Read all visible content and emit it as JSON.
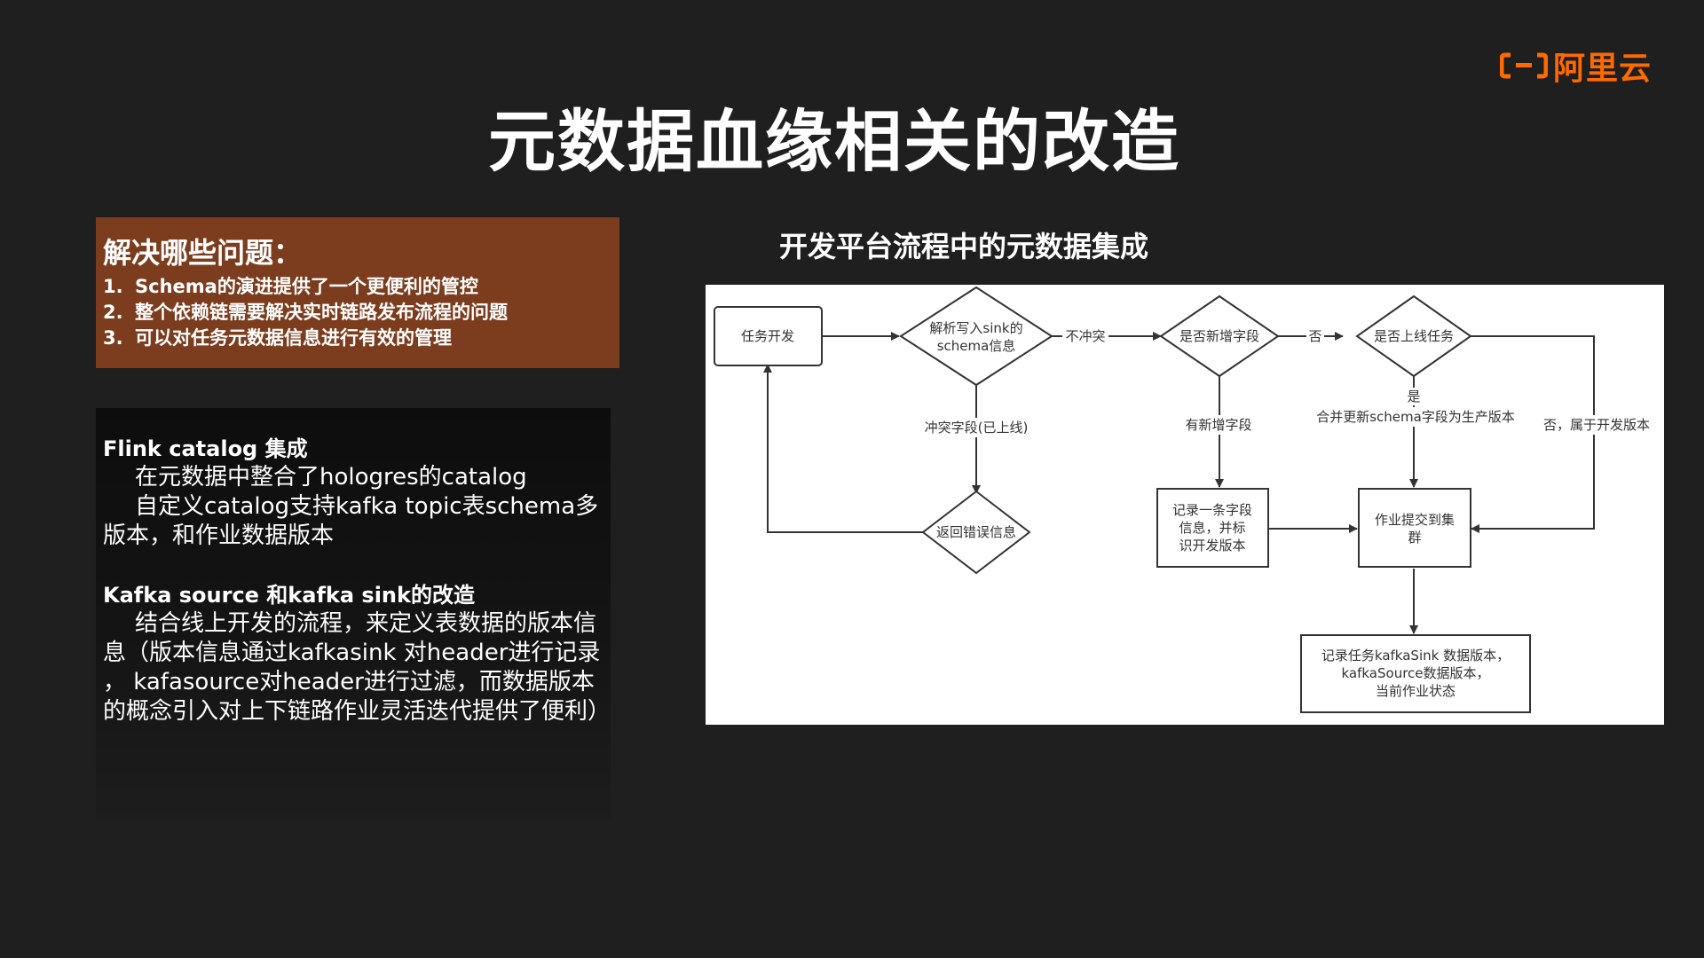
{
  "brand": {
    "logo_text": "阿里云",
    "accent": "#ff6a00"
  },
  "title": "元数据血缘相关的改造",
  "problems": {
    "heading": "解决哪些问题：",
    "items": [
      {
        "num": "1.",
        "text": "Schema的演进提供了一个更便利的管控"
      },
      {
        "num": "2.",
        "text": "整个依赖链需要解决实时链路发布流程的问题"
      },
      {
        "num": "3.",
        "text": "可以对任务元数据信息进行有效的管理"
      }
    ]
  },
  "features": {
    "flink": {
      "heading": "Flink catalog 集成",
      "line1": "在元数据中整合了hologres的catalog",
      "line2": "自定义catalog支持kafka topic表schema多版本，和作业数据版本"
    },
    "kafka": {
      "heading": "Kafka source 和kafka sink的改造",
      "body": "结合线上开发的流程，来定义表数据的版本信息（版本信息通过kafkasink 对header进行记录 ， kafasource对header进行过滤，而数据版本的概念引入对上下链路作业灵活迭代提供了便利）"
    }
  },
  "diagram": {
    "title": "开发平台流程中的元数据集成",
    "nodes": {
      "task_dev": "任务开发",
      "parse_line1": "解析写入sink的",
      "parse_line2": "schema信息",
      "new_field": "是否新增字段",
      "online_task": "是否上线任务",
      "return_error": "返回错误信息",
      "record_line1": "记录一条字段",
      "record_line2": "信息，并标",
      "record_line3": "识开发版本",
      "submit_line1": "作业提交到集",
      "submit_line2": "群",
      "final_line1": "记录任务kafkaSink 数据版本，",
      "final_line2": "kafkaSource数据版本，",
      "final_line3": "当前作业状态"
    },
    "edges": {
      "no_conflict": "不冲突",
      "no": "否",
      "conflict": "冲突字段(已上线)",
      "has_new_field": "有新增字段",
      "yes": "是",
      "merge_update": "合并更新schema字段为生产版本",
      "no_dev_version": "否，属于开发版本"
    }
  }
}
